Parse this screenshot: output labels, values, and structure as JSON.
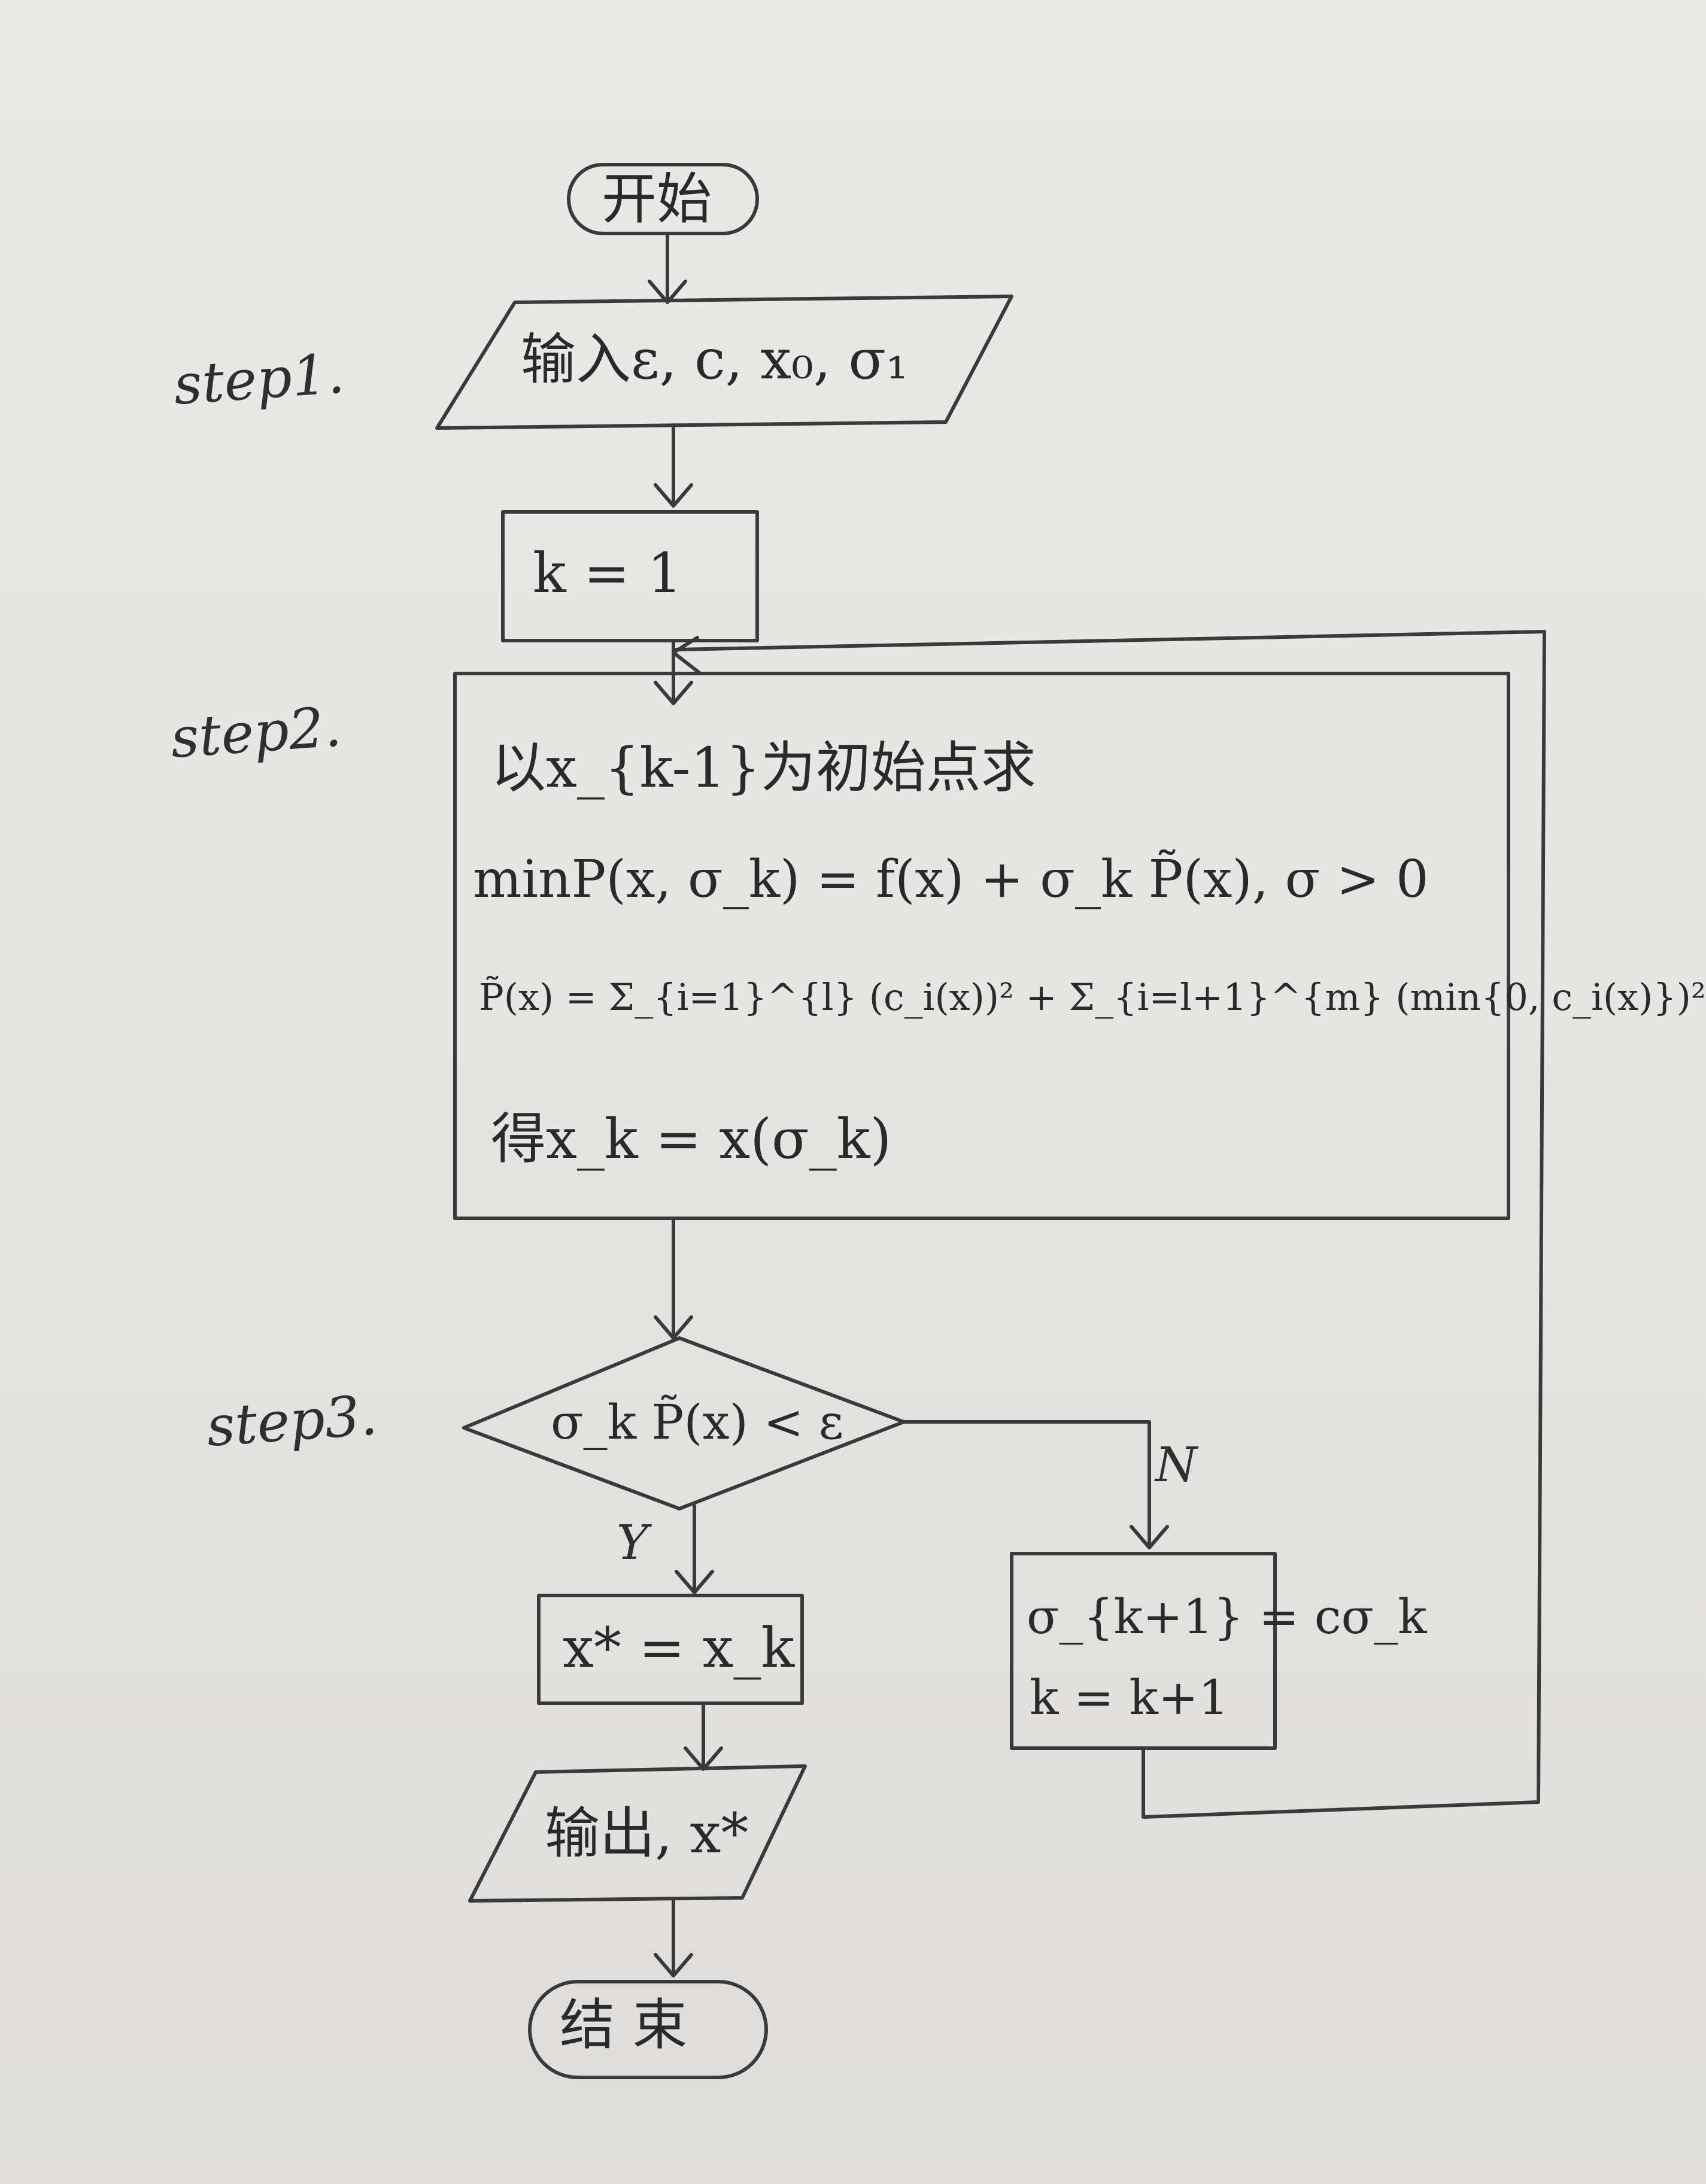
{
  "steps": {
    "step1": "step1.",
    "step2": "step2.",
    "step3": "step3."
  },
  "nodes": {
    "start": "开始",
    "input": "输入ε, c, x₀, σ₁",
    "init": "k = 1",
    "process": {
      "line1": "以x_{k-1}为初始点求",
      "line2": "minP(x, σ_k) = f(x) + σ_k P̃(x), σ > 0",
      "line3": "P̃(x) = Σ_{i=1}^{l} (c_i(x))² + Σ_{i=l+1}^{m} (min{0, c_i(x)})²",
      "line4": "得x_k = x(σ_k)"
    },
    "decision": "σ_k P̃(x) < ε",
    "yes_label": "Y",
    "no_label": "N",
    "result": "x* = x_k",
    "update": {
      "line1": "σ_{k+1} = cσ_k",
      "line2": "k = k+1"
    },
    "output": "输出, x*",
    "end": "结 束"
  }
}
